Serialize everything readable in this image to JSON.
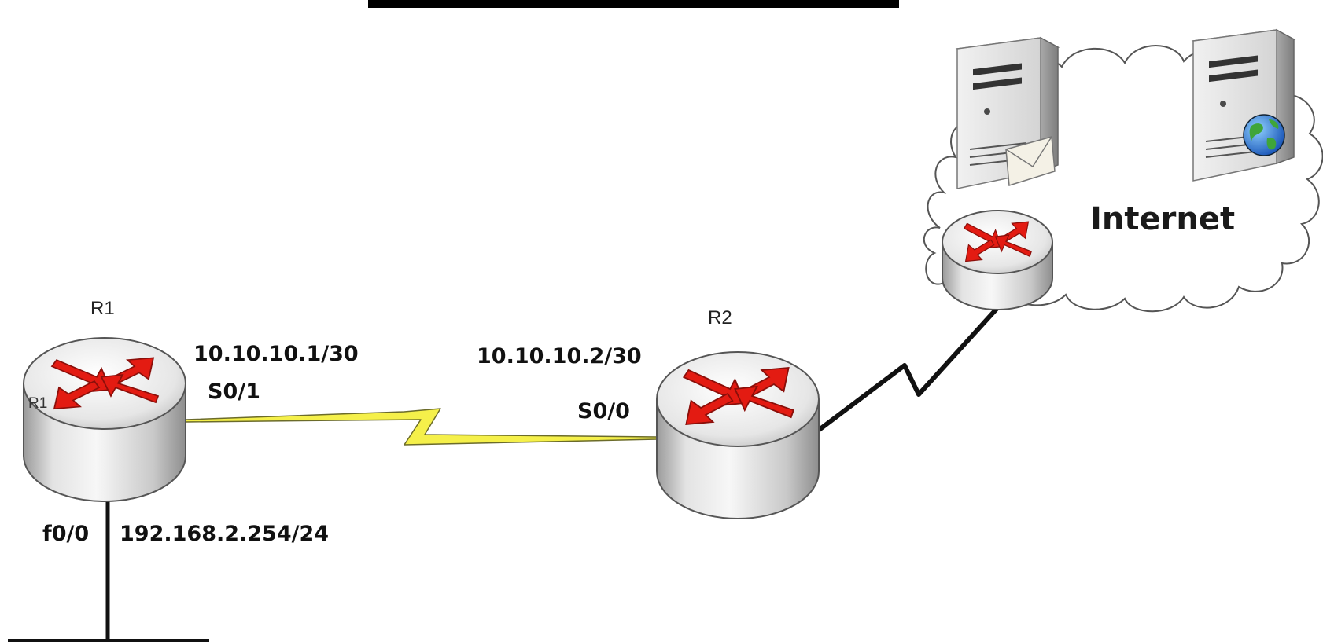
{
  "diagram": {
    "routers": {
      "r1": {
        "name": "R1",
        "inner_label": "R1"
      },
      "r2": {
        "name": "R2"
      },
      "isp": {
        "name": ""
      }
    },
    "interfaces": {
      "r1_serial_ip": "10.10.10.1/30",
      "r1_serial_port": "S0/1",
      "r2_serial_ip": "10.10.10.2/30",
      "r2_serial_port": "S0/0",
      "r1_lan_port": "f0/0",
      "r1_lan_ip": "192.168.2.254/24"
    },
    "cloud": {
      "label": "Internet"
    },
    "servers": [
      {
        "role": "mail-server",
        "badge_icon": "envelope-icon"
      },
      {
        "role": "web-server",
        "badge_icon": "globe-icon"
      }
    ],
    "links": [
      {
        "from": "R1",
        "to": "R2",
        "type": "serial",
        "color": "#f5f04a"
      },
      {
        "from": "R2",
        "to": "ISP",
        "type": "serial",
        "color": "#111111"
      },
      {
        "from": "R1",
        "to": "LAN",
        "type": "ethernet",
        "color": "#111111"
      }
    ],
    "colors": {
      "router_arrow": "#e31b12",
      "router_body": "#d9d9d9",
      "serial_link_yellow": "#f5f04a",
      "line_black": "#111111"
    }
  }
}
